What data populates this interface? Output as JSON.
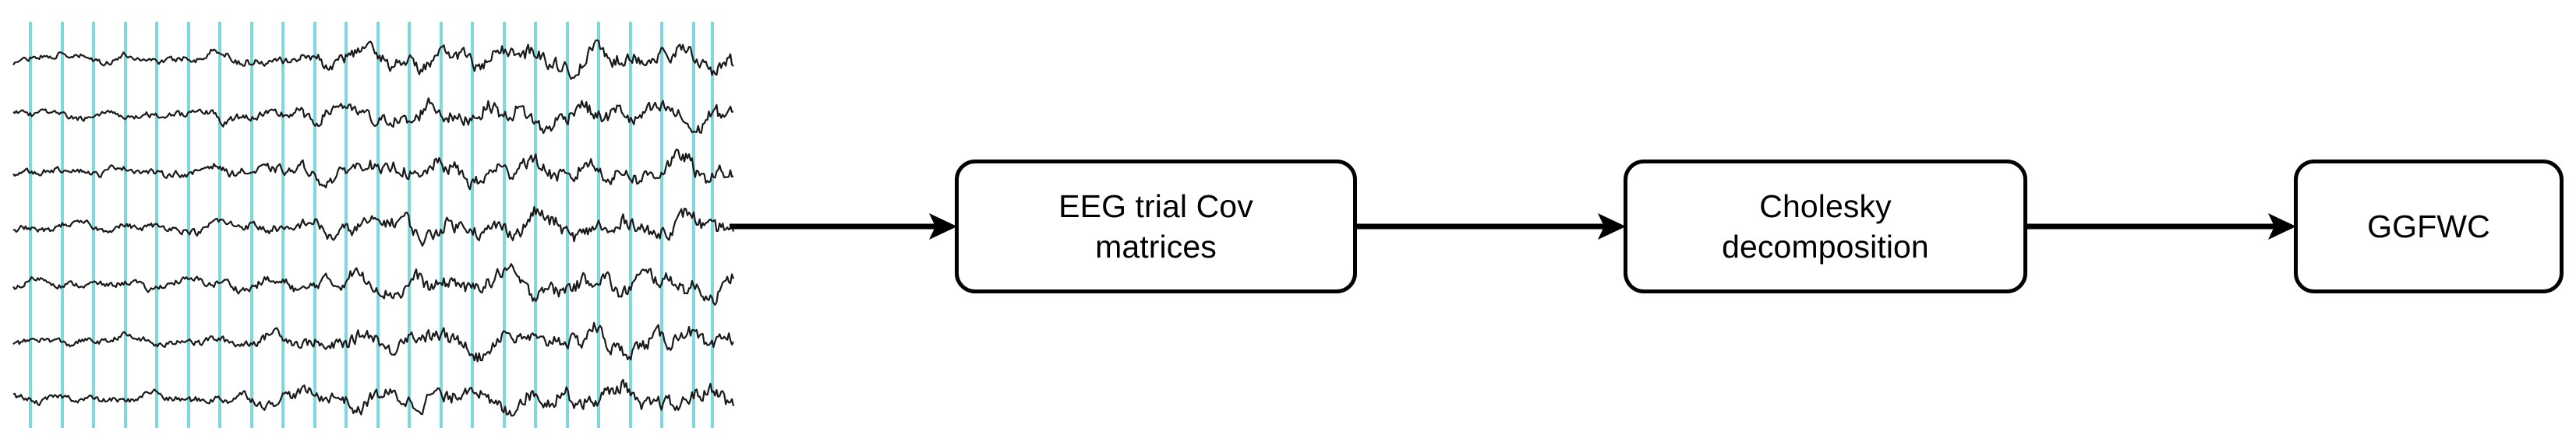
{
  "figure": {
    "type": "pipeline-flow-diagram",
    "background_color": "#ffffff",
    "stroke_color": "#000000"
  },
  "eeg_panel": {
    "name": "EEG multichannel time series",
    "trace_color": "#1a1a1a",
    "gridline_color": "#7fd8dc",
    "gridline_count": 23,
    "trace_count": 7,
    "trace_baselines": [
      75,
      148,
      220,
      292,
      365,
      438,
      512
    ],
    "x_start": 13,
    "x_end": 955,
    "y_start": 28,
    "y_end": 550
  },
  "arrows": [
    {
      "id": "arrow-eeg-to-cov",
      "from": "eeg-panel",
      "to": "box-cov",
      "direction": "right"
    },
    {
      "id": "arrow-cov-to-chol",
      "from": "box-cov",
      "to": "box-chol",
      "direction": "right"
    },
    {
      "id": "arrow-chol-to-ggfwc",
      "from": "box-chol",
      "to": "box-ggfwc",
      "direction": "right"
    }
  ],
  "boxes": [
    {
      "id": "box-cov",
      "label": "EEG trial Cov\nmatrices"
    },
    {
      "id": "box-chol",
      "label": "Cholesky\ndecomposition"
    },
    {
      "id": "box-ggfwc",
      "label": "GGFWC"
    }
  ],
  "chart_data": {
    "type": "line",
    "title": "",
    "xlabel": "",
    "ylabel": "",
    "description": "Seven stacked EEG channel traces with vertical cyan trial-marker gridlines",
    "series": [
      {
        "name": "channel-1",
        "baseline": 75
      },
      {
        "name": "channel-2",
        "baseline": 148
      },
      {
        "name": "channel-3",
        "baseline": 220
      },
      {
        "name": "channel-4",
        "baseline": 292
      },
      {
        "name": "channel-5",
        "baseline": 365
      },
      {
        "name": "channel-6",
        "baseline": 438
      },
      {
        "name": "channel-7",
        "baseline": 512
      }
    ],
    "gridlines_x": [
      39,
      80,
      120,
      161,
      201,
      242,
      282,
      323,
      363,
      404,
      444,
      485,
      525,
      566,
      606,
      647,
      687,
      728,
      768,
      809,
      849,
      890,
      914
    ],
    "grid": true,
    "legend": "none"
  }
}
